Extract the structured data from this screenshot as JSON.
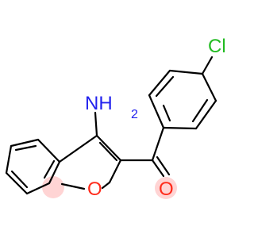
{
  "molecule": {
    "atoms": {
      "amine_label": "NH",
      "amine_subscript": "2",
      "oxygen_ring_label": "O",
      "oxygen_carbonyl_label": "O",
      "chlorine_label": "Cl"
    },
    "colors": {
      "bond": "#000000",
      "nitrogen": "#2222ee",
      "oxygen": "#ff2a1a",
      "oxygen_highlight": "#ffb0b0",
      "chlorine": "#22bb22"
    }
  }
}
